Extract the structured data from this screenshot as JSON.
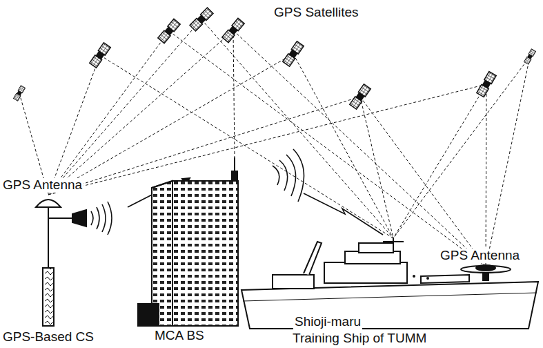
{
  "diagram": {
    "labels": [
      "GPS Satellites",
      "GPS Antenna",
      "GPS Antenna",
      "GPS-Based CS",
      "MCA BS",
      "Shioji-maru",
      "Training Ship of TUMM"
    ]
  }
}
